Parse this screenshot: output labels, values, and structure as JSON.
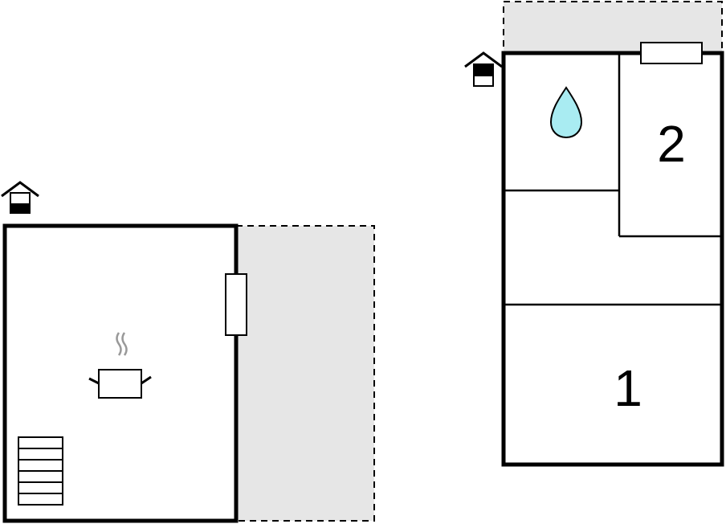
{
  "colors": {
    "wall": "#000000",
    "terrace": "#e6e6e6",
    "water": "#a9ecf2",
    "background": "#ffffff"
  },
  "floors": [
    {
      "id": "ground-floor",
      "icons": [
        "floor-level-icon",
        "kitchen-pot-icon",
        "stairs-icon",
        "window-icon"
      ],
      "has_terrace": true
    },
    {
      "id": "upper-floor",
      "icons": [
        "floor-level-icon",
        "bathroom-water-drop-icon",
        "window-icon"
      ],
      "has_terrace": true,
      "rooms": [
        {
          "label": "2"
        },
        {
          "label": "1"
        }
      ]
    }
  ]
}
